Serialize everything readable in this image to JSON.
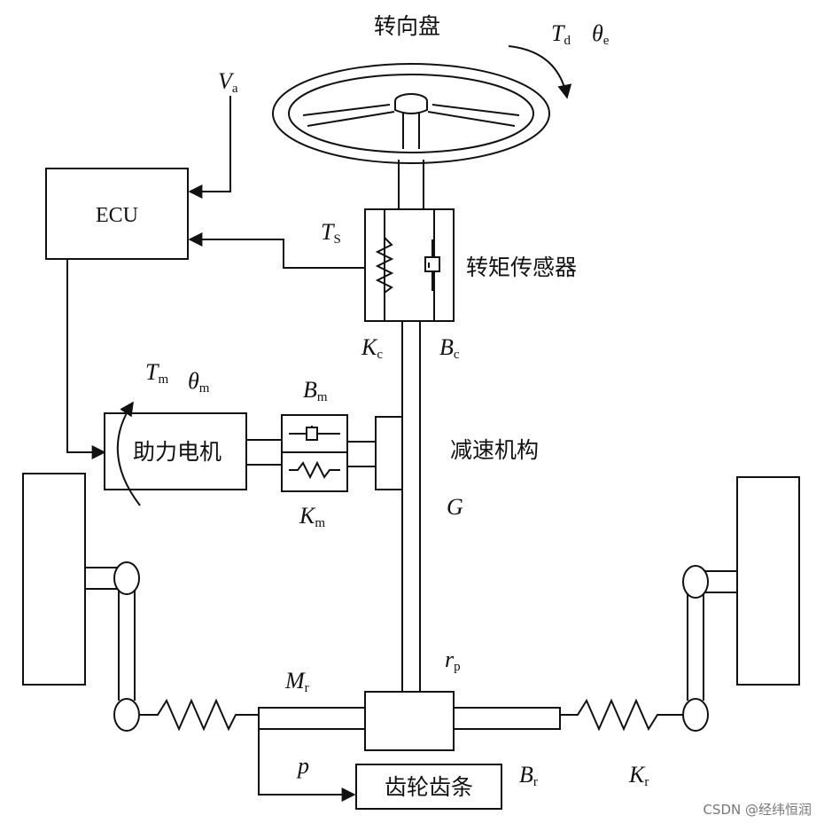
{
  "labels": {
    "steering_wheel": "转向盘",
    "torque_sensor": "转矩传感器",
    "reducer": "减速机构",
    "assist_motor": "助力电机",
    "rack_pinion": "齿轮齿条",
    "ecu": "ECU"
  },
  "symbols": {
    "Td": {
      "base": "T",
      "sub": "d"
    },
    "theta_e": {
      "base": "θ",
      "sub": "e"
    },
    "Va": {
      "base": "V",
      "sub": "a"
    },
    "Ts": {
      "base": "T",
      "sub": "S"
    },
    "Kc": {
      "base": "K",
      "sub": "c"
    },
    "Bc": {
      "base": "B",
      "sub": "c"
    },
    "Tm": {
      "base": "T",
      "sub": "m"
    },
    "theta_m": {
      "base": "θ",
      "sub": "m"
    },
    "Bm": {
      "base": "B",
      "sub": "m"
    },
    "Km": {
      "base": "K",
      "sub": "m"
    },
    "G": {
      "base": "G",
      "sub": ""
    },
    "rp": {
      "base": "r",
      "sub": "p"
    },
    "Mr": {
      "base": "M",
      "sub": "r"
    },
    "p": {
      "base": "p",
      "sub": ""
    },
    "Br": {
      "base": "B",
      "sub": "r"
    },
    "Kr": {
      "base": "K",
      "sub": "r"
    }
  },
  "watermark": "CSDN @经纬恒润"
}
